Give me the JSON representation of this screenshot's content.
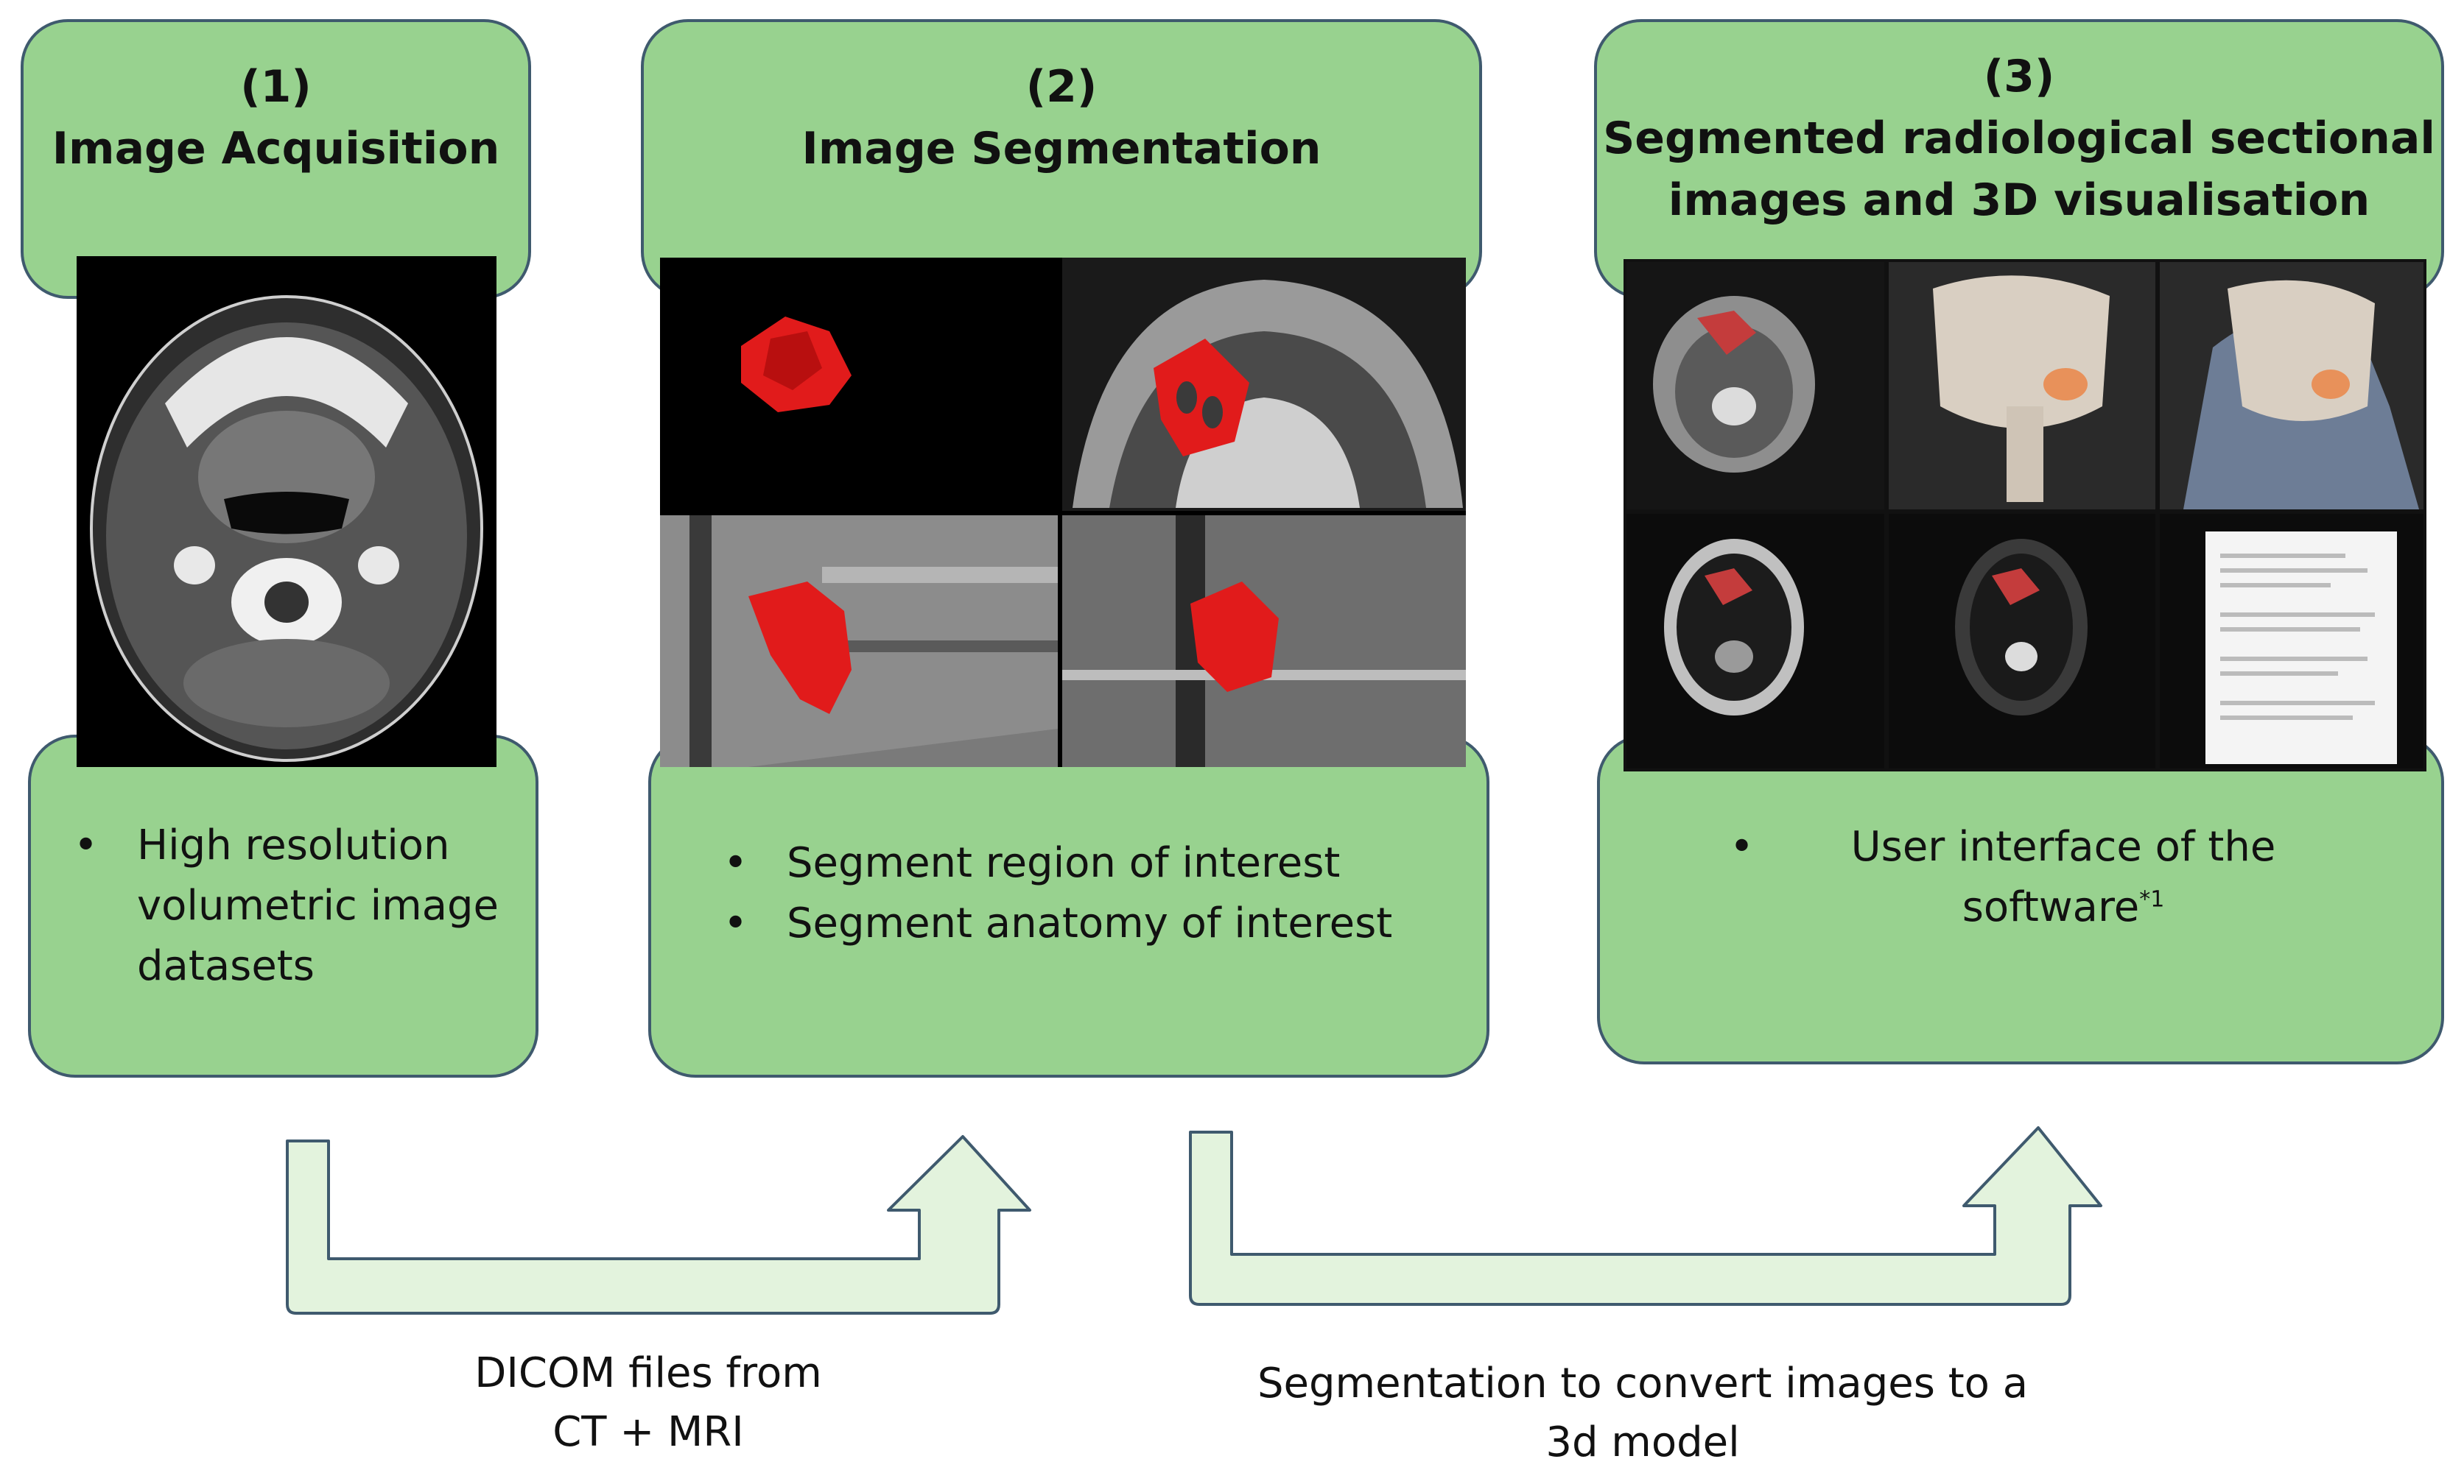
{
  "steps": [
    {
      "number": "(1)",
      "title": "Image Acquisition",
      "bullets": [
        "High resolution volumetric image datasets"
      ]
    },
    {
      "number": "(2)",
      "title": "Image Segmentation",
      "bullets": [
        "Segment region of interest",
        "Segment anatomy of interest"
      ]
    },
    {
      "number": "(3)",
      "title_line1": "Segmented radiological sectional",
      "title_line2": "images and 3D visualisation",
      "bullet_main": "User interface of the software",
      "bullet_sup": "*1"
    }
  ],
  "arrows": [
    {
      "caption_line1": "DICOM files from",
      "caption_line2": "CT + MRI"
    },
    {
      "caption_line1": "Segmentation to convert images to a",
      "caption_line2": "3d model"
    }
  ],
  "colors": {
    "box_fill": "#98d28f",
    "box_border": "#3f5a6e",
    "arrow_fill": "#e3f3dd",
    "segmentation_red": "#e11b1b"
  }
}
